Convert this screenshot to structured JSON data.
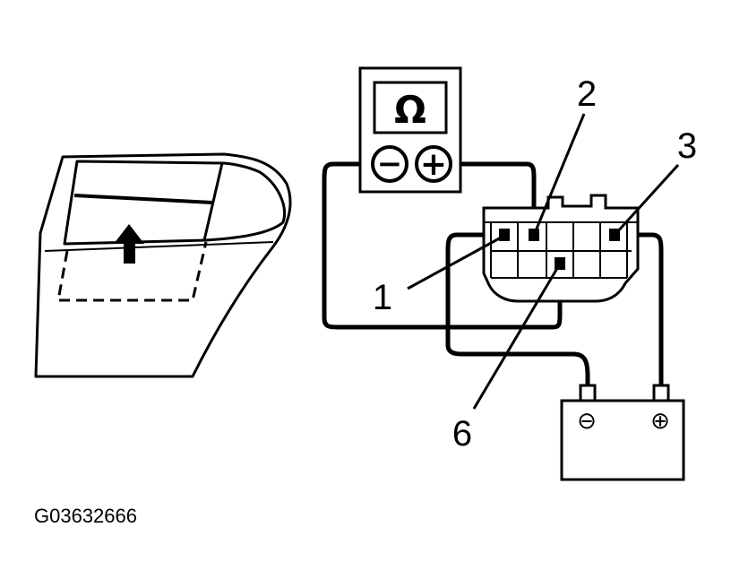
{
  "meter": {
    "unit_symbol": "Ω",
    "neg_symbol": "−",
    "pos_symbol": "+"
  },
  "battery": {
    "neg_symbol": "⊖",
    "pos_symbol": "⊕"
  },
  "terminals": [
    "1",
    "2",
    "3",
    "6"
  ],
  "figure_code": "G03632666",
  "colors": {
    "ink": "#000000",
    "paper": "#ffffff"
  }
}
